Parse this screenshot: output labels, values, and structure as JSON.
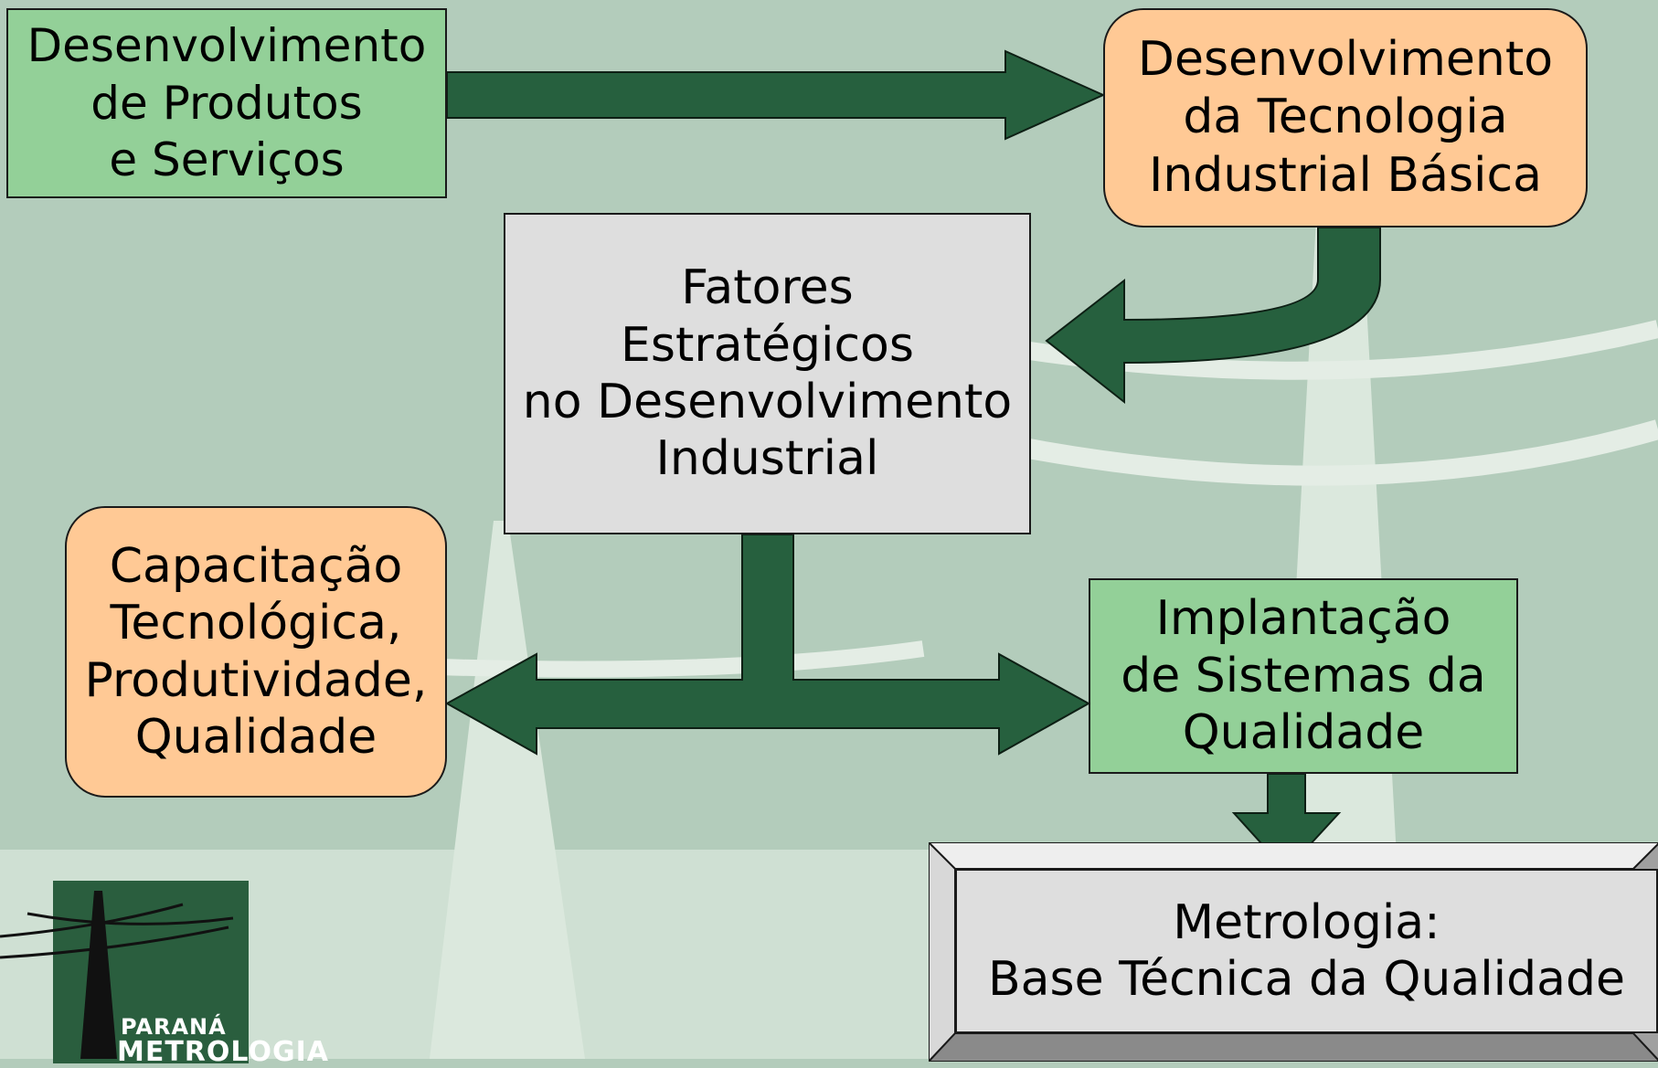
{
  "diagram": {
    "nodes": {
      "produtos": "Desenvolvimento\nde Produtos\ne Serviços",
      "tib": "Desenvolvimento\nda Tecnologia\nIndustrial Básica",
      "fatores": "Fatores\nEstratégicos\nno Desenvolvimento\nIndustrial",
      "capacitacao": "Capacitação\nTecnológica,\nProdutividade,\nQualidade",
      "implantacao": "Implantação\nde Sistemas da\nQualidade",
      "metrologia": "Metrologia:\nBase Técnica da Qualidade"
    },
    "colors": {
      "background": "#b3ccbb",
      "arrow": "#26603e",
      "green_box": "#93d098",
      "orange_box": "#ffc995",
      "grey_box": "#dedede"
    }
  },
  "logo": {
    "line1": "PARANÁ",
    "line2": "METROLOGIA"
  }
}
